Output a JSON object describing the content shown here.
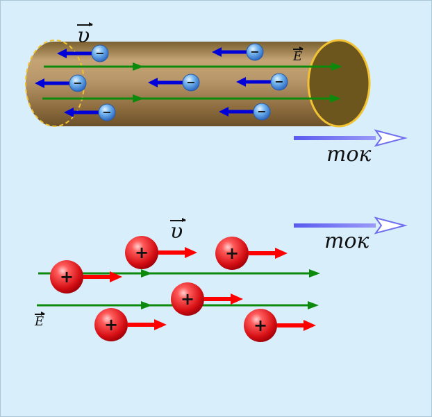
{
  "colors": {
    "background": "#d8eefb",
    "wire_body": "#a58455",
    "wire_end_face": "#6d561e",
    "wire_outline": "#f1c232",
    "field_line": "#0c8a0c",
    "electron_arrow": "#0000d8",
    "electron": "#4a90e2",
    "positive_arrow": "#ff0000",
    "positive_charge": "#e0101a",
    "current_arrow": "#6e6ef0"
  },
  "top_panel": {
    "velocity_label": "υ",
    "field_label": "E",
    "current_label": "ток",
    "electron_sign": "−"
  },
  "bottom_panel": {
    "velocity_label": "υ",
    "field_label": "E",
    "current_label": "ток",
    "charge_sign": "+"
  }
}
